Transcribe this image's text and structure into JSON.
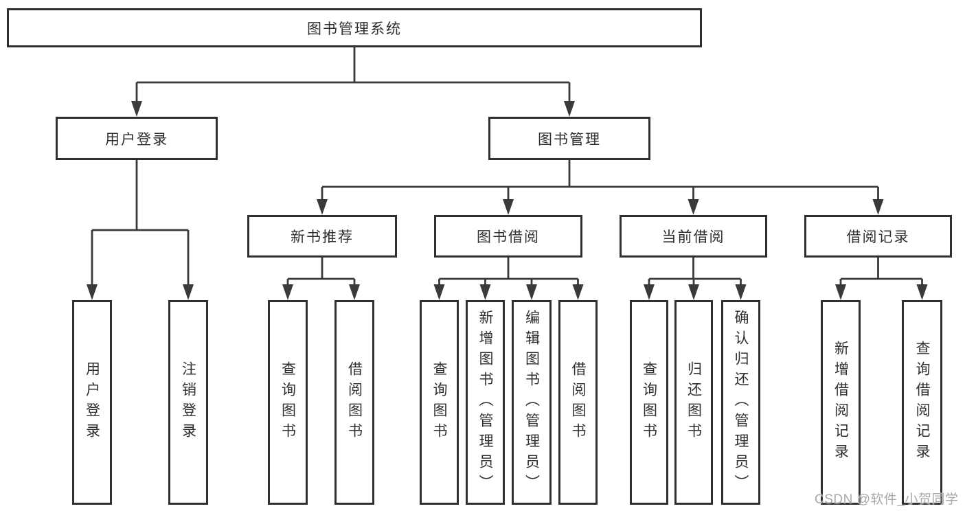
{
  "diagram": {
    "type": "function-structure-tree",
    "root": {
      "label": "图书管理系统",
      "children": [
        {
          "label": "用户登录",
          "children": [
            {
              "label": "用户登录"
            },
            {
              "label": "注销登录"
            }
          ]
        },
        {
          "label": "图书管理",
          "children": [
            {
              "label": "新书推荐",
              "children": [
                {
                  "label": "查询图书"
                },
                {
                  "label": "借阅图书"
                }
              ]
            },
            {
              "label": "图书借阅",
              "children": [
                {
                  "label": "查询图书"
                },
                {
                  "label": "新增图书（管理员）"
                },
                {
                  "label": "编辑图书（管理员）"
                },
                {
                  "label": "借阅图书"
                }
              ]
            },
            {
              "label": "当前借阅",
              "children": [
                {
                  "label": "查询图书"
                },
                {
                  "label": "归还图书"
                },
                {
                  "label": "确认归还（管理员）"
                }
              ]
            },
            {
              "label": "借阅记录",
              "children": [
                {
                  "label": "新增借阅记录"
                },
                {
                  "label": "查询借阅记录"
                }
              ]
            }
          ]
        }
      ]
    }
  },
  "watermark": {
    "text": "CSDN @软件_小贺同学"
  },
  "colors": {
    "line": "#3a3a3a",
    "box_border": "#2f2f2f",
    "box_fill": "#ffffff",
    "text": "#2f2f2f",
    "watermark": "#a8a8a8"
  }
}
